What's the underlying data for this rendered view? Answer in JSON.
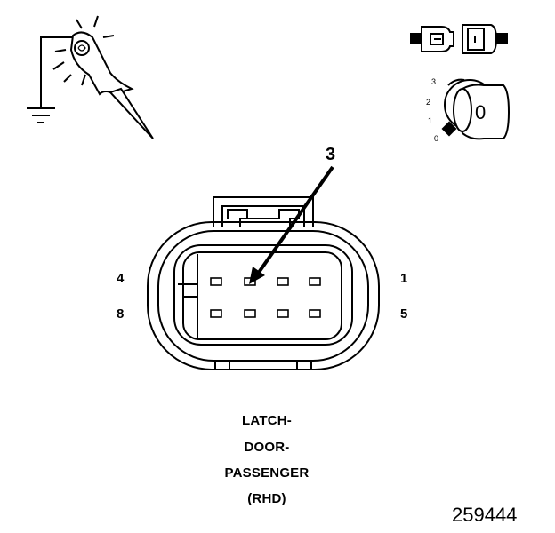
{
  "callout_number": "3",
  "pin_labels": {
    "top_left": "4",
    "bottom_left": "8",
    "top_right": "1",
    "bottom_right": "5"
  },
  "connector_name": {
    "line1": "LATCH-",
    "line2": "DOOR-",
    "line3": "PASSENGER",
    "line4": "(RHD)"
  },
  "figure_number": "259444",
  "ignition_icon": {
    "positions": [
      "3",
      "2",
      "1",
      "0"
    ],
    "key_label": "0"
  },
  "icons": [
    "test-probe-ground-icon",
    "disconnected-connector-icon",
    "ignition-key-icon"
  ]
}
